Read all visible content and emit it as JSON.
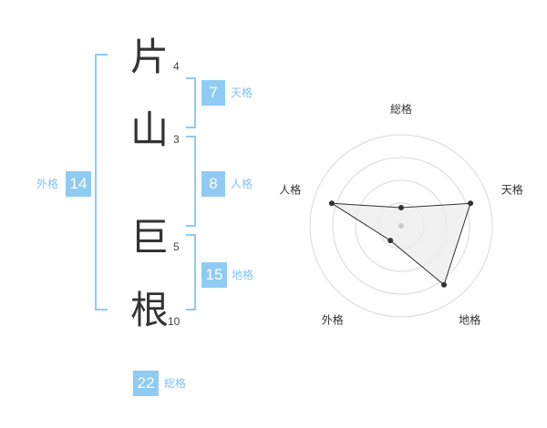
{
  "name_chars": [
    {
      "char": "片",
      "strokes": "4"
    },
    {
      "char": "山",
      "strokes": "3"
    },
    {
      "char": "巨",
      "strokes": "5"
    },
    {
      "char": "根",
      "strokes": "10"
    }
  ],
  "kakaku": {
    "tenkaku": {
      "value": "7",
      "label": "天格"
    },
    "jinkaku": {
      "value": "8",
      "label": "人格"
    },
    "chikaku": {
      "value": "15",
      "label": "地格"
    },
    "gaikaku": {
      "value": "14",
      "label": "外格"
    },
    "soukaku": {
      "value": "22",
      "label": "総格"
    }
  },
  "colors": {
    "accent": "#8fcbf2",
    "bracket": "#8fcbf2",
    "radar_fill": "#eeeeee"
  },
  "chart_data": {
    "type": "radar",
    "axes": [
      "総格",
      "天格",
      "地格",
      "外格",
      "人格"
    ],
    "values": [
      0.2,
      0.8,
      0.8,
      0.2,
      0.8
    ],
    "range": [
      0,
      1
    ],
    "rings": 4
  }
}
